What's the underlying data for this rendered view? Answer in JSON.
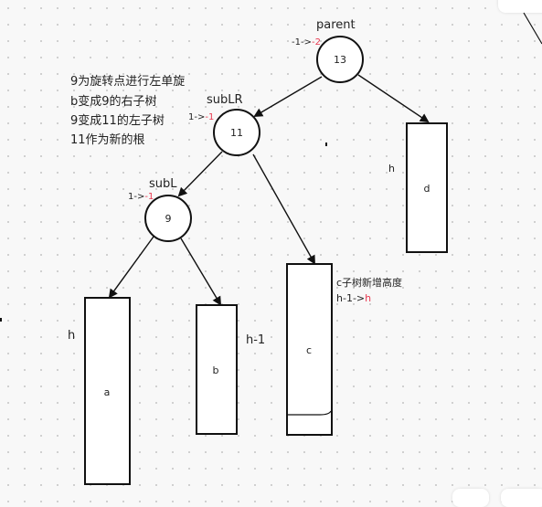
{
  "nodes": {
    "parent": {
      "label": "parent",
      "value": "13",
      "bf_old": "-1->",
      "bf_new": "-2"
    },
    "sublr": {
      "label": "subLR",
      "value": "11",
      "bf_old": "1->",
      "bf_new": "-1"
    },
    "subl": {
      "label": "subL",
      "value": "9",
      "bf_old": "1->",
      "bf_new": "-1"
    }
  },
  "subtrees": {
    "a": {
      "name": "a",
      "height": "h"
    },
    "b": {
      "name": "b",
      "height": "h-1"
    },
    "c": {
      "name": "c",
      "note": "c子树新增高度",
      "height_old": "h-1->",
      "height_new": "h"
    },
    "d": {
      "name": "d",
      "height": "h"
    }
  },
  "notes": [
    "9为旋转点进行左单旋",
    "b变成9的右子树",
    "9变成11的左子树",
    "11作为新的根"
  ],
  "colors": {
    "accent": "#e8384f",
    "stroke": "#111111"
  }
}
